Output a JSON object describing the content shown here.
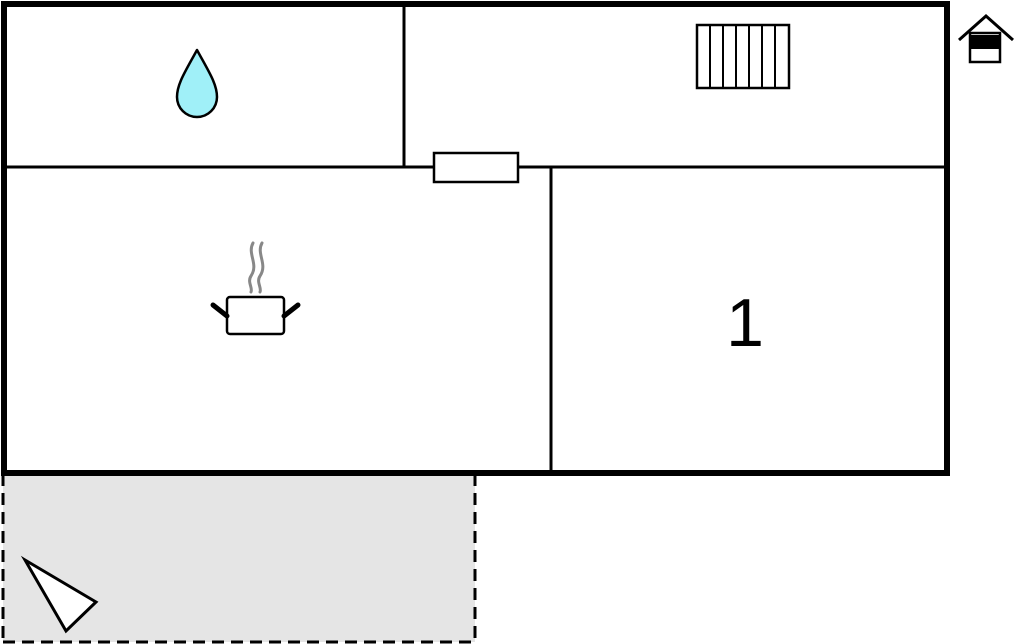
{
  "floorplan": {
    "colors": {
      "wall": "#000000",
      "background": "#ffffff",
      "terrace_fill": "#e5e5e5",
      "water_drop": "#a0f0f8",
      "steam": "#888888"
    },
    "rooms": [
      {
        "id": "bathroom",
        "icon": "water-drop-icon"
      },
      {
        "id": "utility-room",
        "icon": "radiator-icon"
      },
      {
        "id": "kitchen-living",
        "icon": "cooking-pot-icon"
      },
      {
        "id": "bedroom",
        "label": "1"
      }
    ],
    "terrace": {
      "icon": "direction-arrow-icon",
      "style": "dashed"
    },
    "corner_icon": "house-icon",
    "features": [
      "window-marker"
    ]
  }
}
